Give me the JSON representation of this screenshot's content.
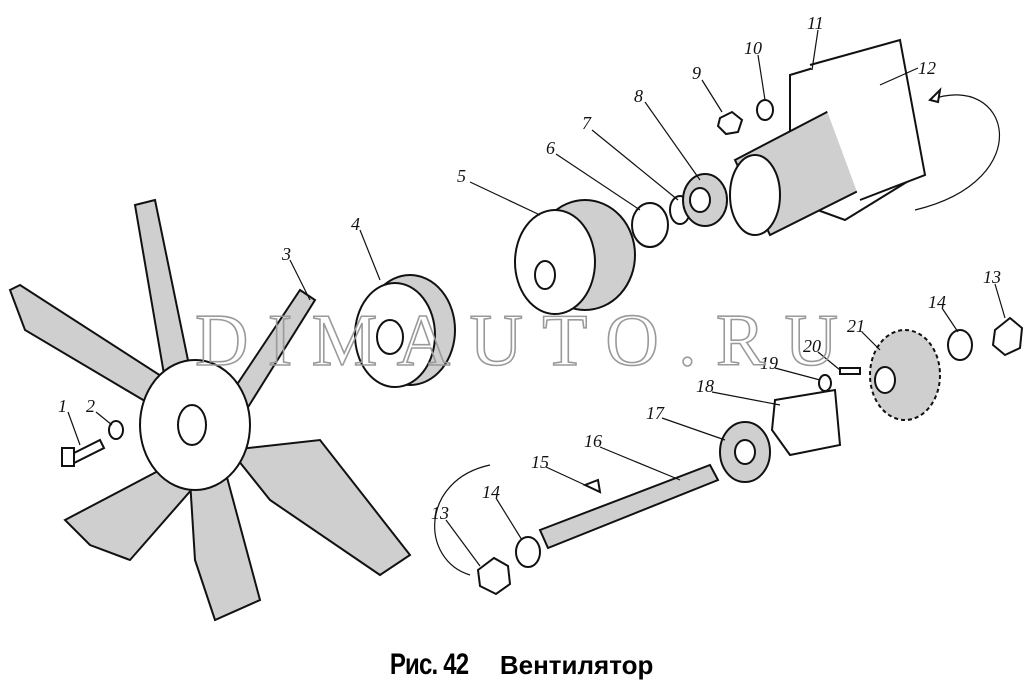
{
  "watermark": "DIMAUTO.RU",
  "caption": {
    "figure": "Рис. 42",
    "title": "Вентилятор"
  },
  "labels": [
    "1",
    "2",
    "3",
    "4",
    "5",
    "6",
    "7",
    "8",
    "9",
    "10",
    "11",
    "12",
    "13",
    "14",
    "21",
    "20",
    "19",
    "18",
    "17",
    "16",
    "15",
    "14",
    "13"
  ]
}
